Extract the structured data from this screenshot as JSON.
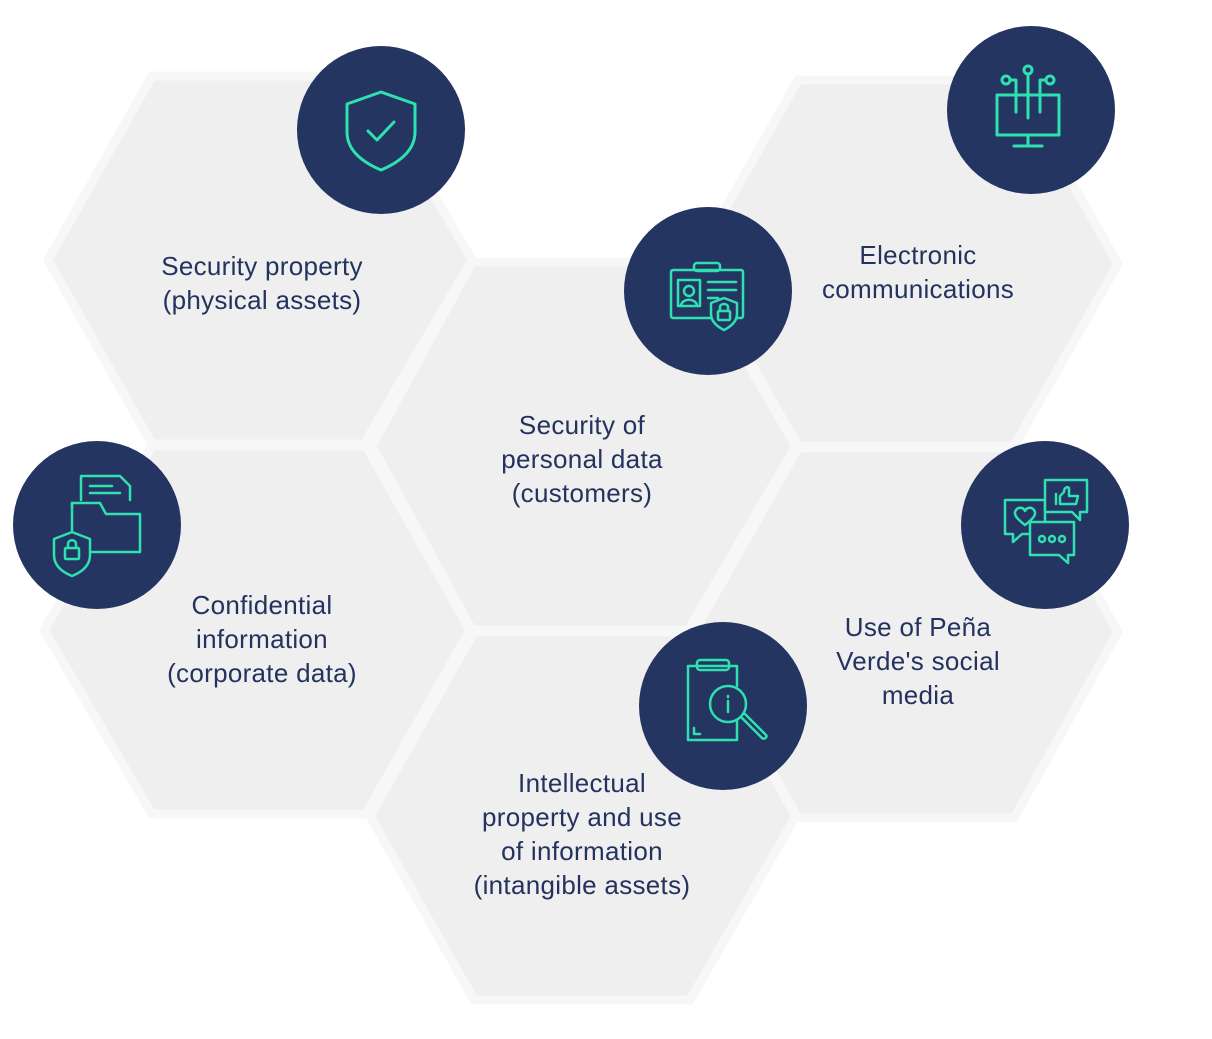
{
  "colors": {
    "hex_fill": "#efefef",
    "hex_border": "#f7f7f7",
    "badge_fill": "#243561",
    "icon_stroke": "#2fe0b0",
    "text": "#24335e"
  },
  "cards": [
    {
      "id": "security-property",
      "text": "Security property\n(physical assets)",
      "icon": "shield-check-icon"
    },
    {
      "id": "electronic-communications",
      "text": "Electronic\ncommunications",
      "icon": "circuit-monitor-icon"
    },
    {
      "id": "personal-data",
      "text": "Security of\npersonal data\n(customers)",
      "icon": "id-card-lock-icon"
    },
    {
      "id": "confidential-information",
      "text": "Confidential\ninformation\n(corporate data)",
      "icon": "folder-lock-icon"
    },
    {
      "id": "social-media",
      "text": "Use of Peña\nVerde's social\nmedia",
      "icon": "chat-bubbles-icon"
    },
    {
      "id": "intellectual-property",
      "text": "Intellectual\nproperty and use\nof information\n(intangible assets)",
      "icon": "clipboard-search-icon"
    }
  ]
}
